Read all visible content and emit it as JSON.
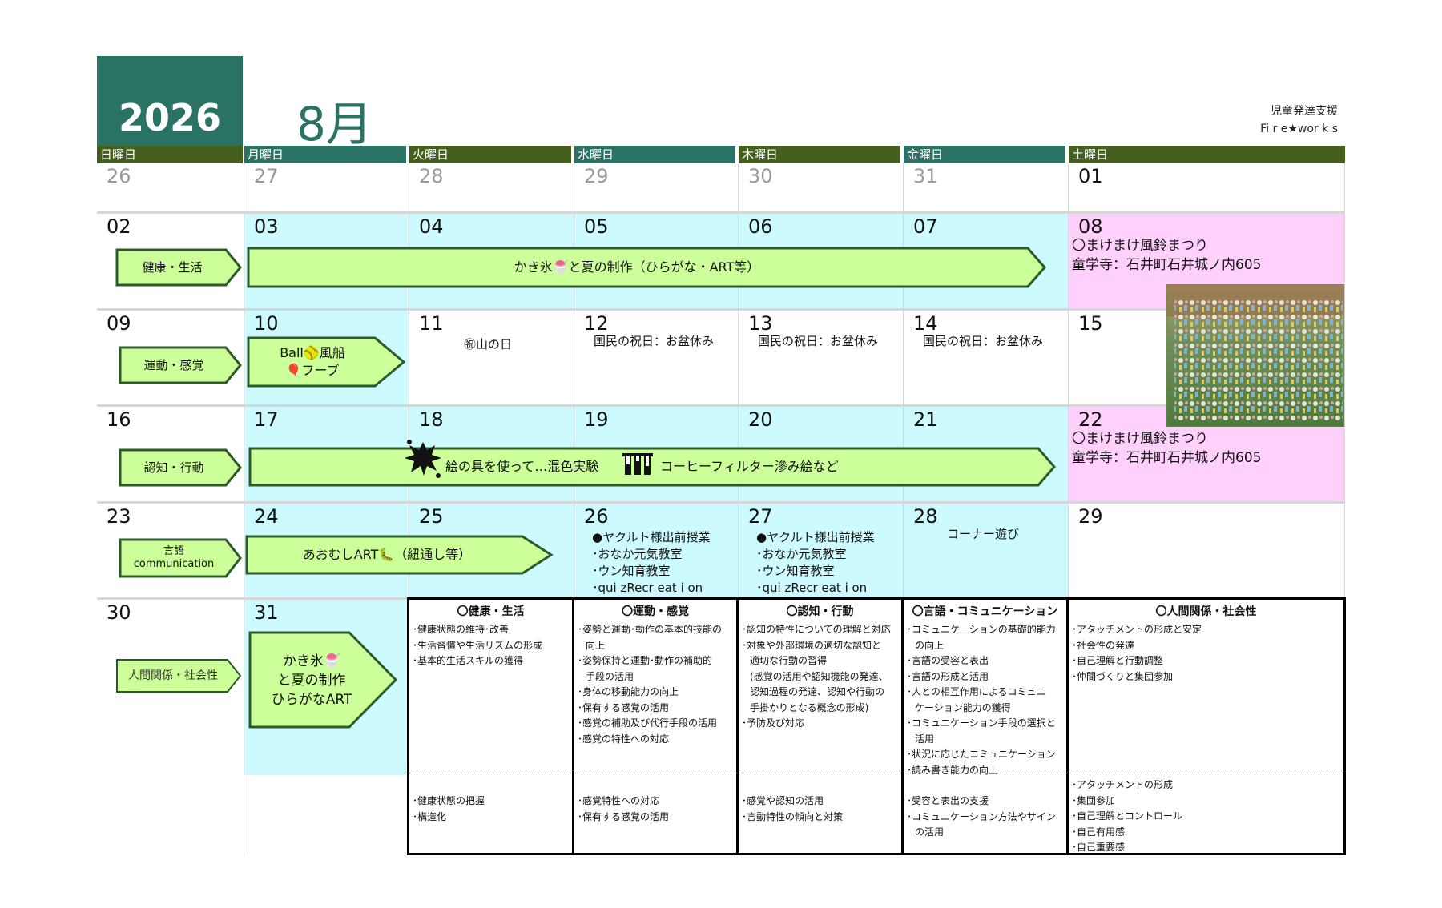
{
  "header": {
    "year": "2026",
    "month": "8月",
    "org_line1": "児童発達支援",
    "org_line2": "Fi r e★wor k s"
  },
  "weekdays": [
    "日曜日",
    "月曜日",
    "火曜日",
    "水曜日",
    "木曜日",
    "金曜日",
    "土曜日"
  ],
  "weeks": [
    [
      "26",
      "27",
      "28",
      "29",
      "30",
      "31",
      "01"
    ],
    [
      "02",
      "03",
      "04",
      "05",
      "06",
      "07",
      "08"
    ],
    [
      "09",
      "10",
      "11",
      "12",
      "13",
      "14",
      "15"
    ],
    [
      "16",
      "17",
      "18",
      "19",
      "20",
      "21",
      "22"
    ],
    [
      "23",
      "24",
      "25",
      "26",
      "27",
      "28",
      "29"
    ],
    [
      "30",
      "31"
    ]
  ],
  "categories": [
    "健康・生活",
    "運動・感覚",
    "認知・行動",
    "言語\ncommunication",
    "人間関係・社会性"
  ],
  "activities": {
    "w2": "かき氷🍧と夏の制作（ひらがな・ART等）",
    "w3_line1": "Ball🥎風船",
    "w3_line2": "🎈フーブ",
    "w4_part1": "絵の具を使って…混色実験",
    "w4_part2": "コーヒーフィルター滲み絵など",
    "w5": "あおむしART🐛（紐通し等）",
    "w6_line1": "かき氷🍧",
    "w6_line2": "と夏の制作",
    "w6_line3": "ひらがなART"
  },
  "notes": {
    "sat_event1": "〇まけまけ風鈴まつり",
    "sat_event2": "童学寺：石井町石井城ノ内605",
    "yama_no_hi": "㊗山の日",
    "obon": "国民の祝日：お盆休み",
    "class1": "●ヤクルト様出前授業",
    "class2": "･おなか元気教室",
    "class3": "･ウン知育教室",
    "class4": "･qui zRecr eat i on",
    "corner": "コーナー遊び"
  },
  "skills": [
    {
      "title": "〇健康・生活",
      "top": [
        "･健康状態の維持･改善",
        "･生活習慣や生活リズムの形成",
        "･基本的生活スキルの獲得"
      ],
      "bottom": [
        "･健康状態の把握",
        "･構造化"
      ]
    },
    {
      "title": "〇運動・感覚",
      "top": [
        "･姿勢と運動･動作の基本的技能の",
        "向上",
        "･姿勢保持と運動･動作の補助的",
        "手段の活用",
        "･身体の移動能力の向上",
        "･保有する感覚の活用",
        "･感覚の補助及び代行手段の活用",
        "･感覚の特性への対応"
      ],
      "bottom": [
        "･感覚特性への対応",
        "･保有する感覚の活用"
      ]
    },
    {
      "title": "〇認知・行動",
      "top": [
        "･認知の特性についての理解と対応",
        "･対象や外部環境の適切な認知と",
        "適切な行動の習得",
        "(感覚の活用や認知機能の発達、",
        "認知過程の発達、認知や行動の",
        "手掛かりとなる概念の形成)",
        "･予防及び対応"
      ],
      "bottom": [
        "･感覚や認知の活用",
        "･言動特性の傾向と対策"
      ]
    },
    {
      "title": "〇言語・コミュニケーション",
      "top": [
        "･コミュニケーションの基礎的能力",
        "の向上",
        "･言語の受容と表出",
        "･言語の形成と活用",
        "･人との相互作用によるコミュニ",
        "ケーション能力の獲得",
        "･コミュニケーション手段の選択と",
        "活用",
        "･状況に応じたコミュニケーション",
        "･読み書き能力の向上"
      ],
      "bottom": [
        "･受容と表出の支援",
        "･コミュニケーション方法やサイン",
        "の活用"
      ]
    },
    {
      "title": "〇人間関係・社会性",
      "top": [
        "･アタッチメントの形成と安定",
        "･社会性の発達",
        "･自己理解と行動調整",
        "･仲間づくりと集団参加"
      ],
      "bottom": [
        "･アタッチメントの形成",
        "･集団参加",
        "･自己理解とコントロール",
        "･自己有用感",
        "･自己重要感"
      ]
    }
  ],
  "colors": {
    "teal": "#2a7364",
    "olive": "#45601e",
    "arrow_fill": "#ccff99",
    "arrow_stroke": "#2d5a2a",
    "cyan": "#ccfaff",
    "pink": "#ffd0fc"
  }
}
